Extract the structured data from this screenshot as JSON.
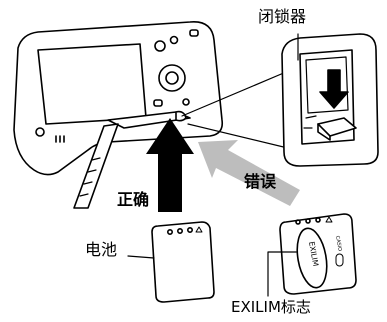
{
  "labels": {
    "latch": "闭锁器",
    "correct": "正确",
    "wrong": "错误",
    "battery": "电池",
    "logo": "EXILIM标志"
  },
  "battery_marks": {
    "logo_text": "EXILIM",
    "brand_text": "CASIO"
  },
  "colors": {
    "line": "#000000",
    "correct_arrow": "#000000",
    "wrong_arrow": "#bdbdbd",
    "camera_body": "#ffffff",
    "background": "#ffffff"
  }
}
